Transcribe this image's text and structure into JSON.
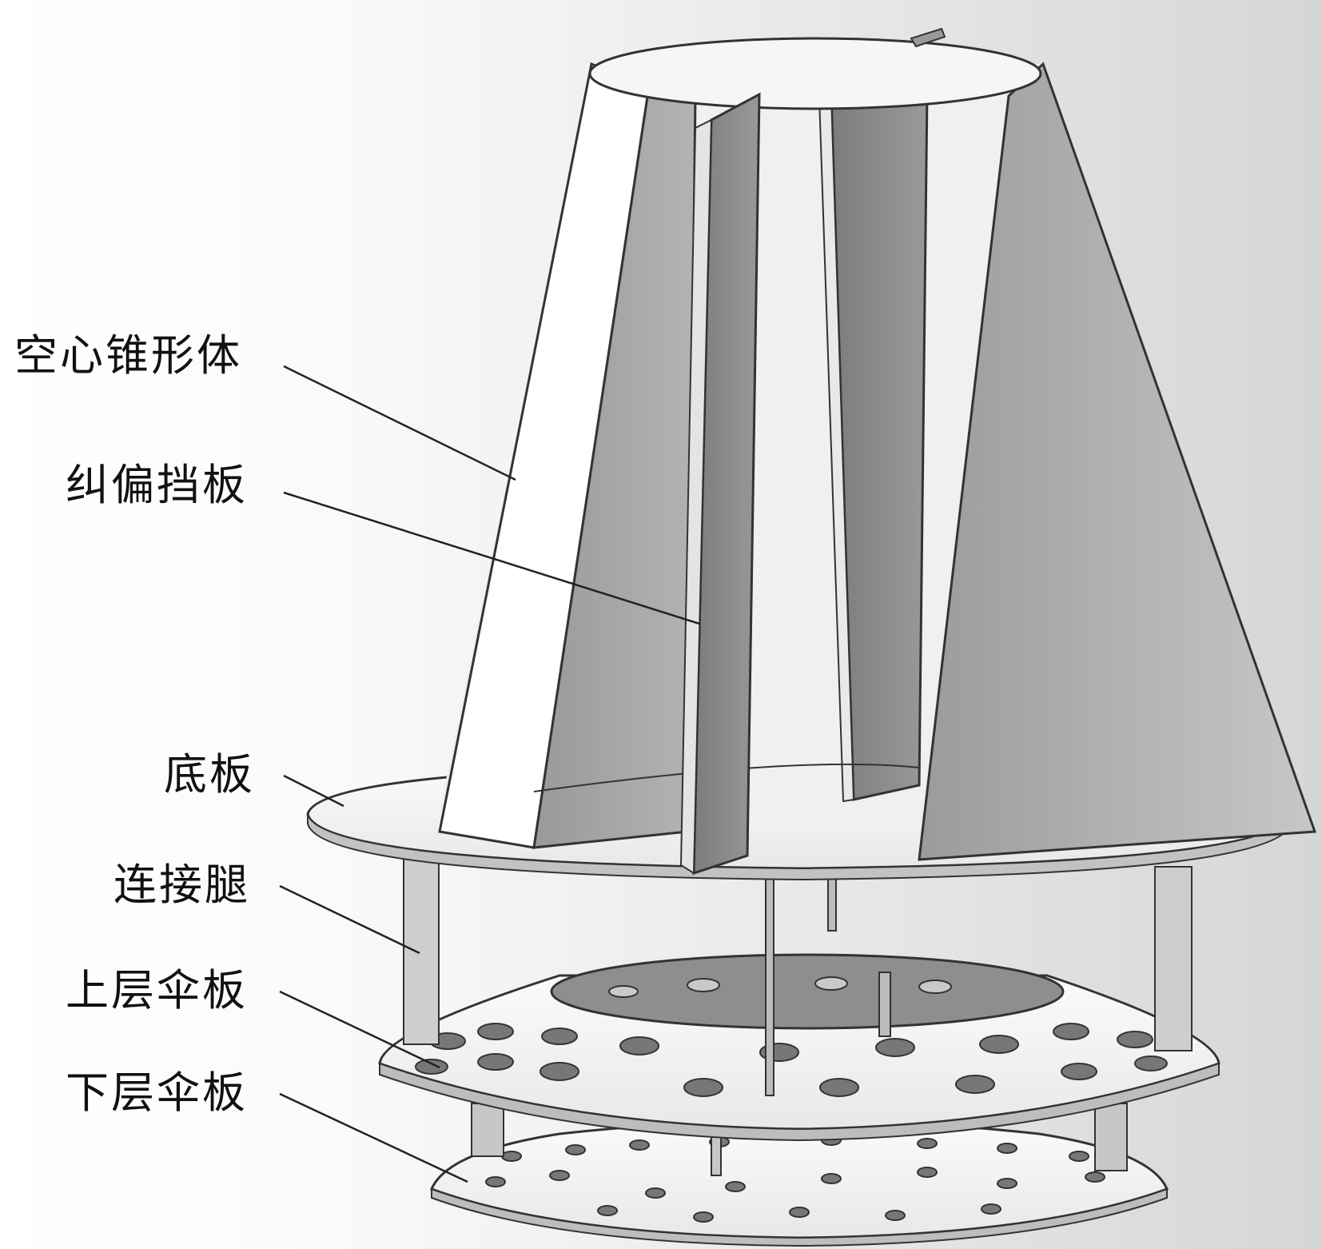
{
  "labels": {
    "hollow_cone": "空心锥形体",
    "baffle": "纠偏挡板",
    "base_plate": "底板",
    "connecting_leg": "连接腿",
    "upper_umbrella_plate": "上层伞板",
    "lower_umbrella_plate": "下层伞板"
  },
  "colors": {
    "background_left": "#ffffff",
    "background_right": "#d9d9d9",
    "panel_dark": "#8e8c8c",
    "panel_light": "#bdbbbb",
    "outline": "#333333",
    "plate_fill": "#f4f4f4",
    "leader_line": "#222222"
  }
}
